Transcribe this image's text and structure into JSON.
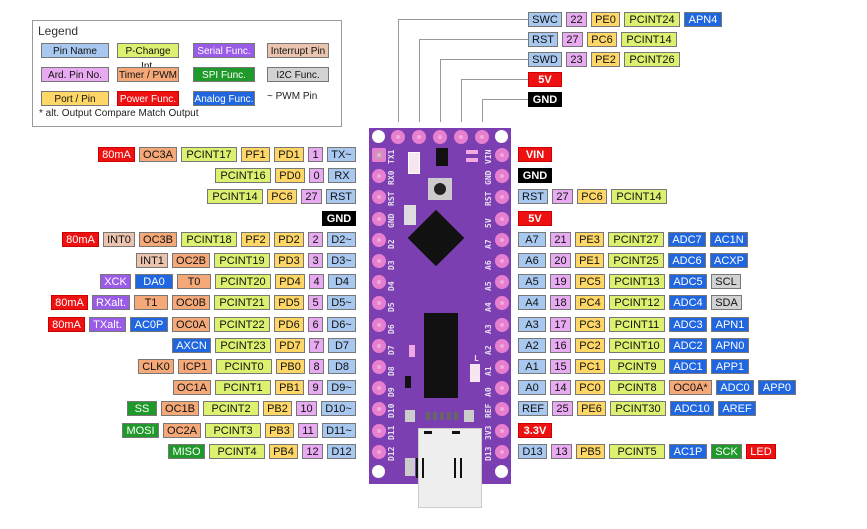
{
  "legend": {
    "title": "Legend",
    "items": [
      {
        "label": "Pin Name",
        "cls": "name"
      },
      {
        "label": "P-Change Int.",
        "cls": "pcint"
      },
      {
        "label": "Serial Func.",
        "cls": "serial"
      },
      {
        "label": "Interrupt Pin",
        "cls": "intr"
      },
      {
        "label": "Ard. Pin No.",
        "cls": "ard"
      },
      {
        "label": "Timer / PWM",
        "cls": "timer"
      },
      {
        "label": "SPI Func.",
        "cls": "spi"
      },
      {
        "label": "I2C Func.",
        "cls": "i2c"
      },
      {
        "label": "Port / Pin",
        "cls": "port"
      },
      {
        "label": "Power Func.",
        "cls": "power"
      },
      {
        "label": "Analog Func.",
        "cls": "analog"
      }
    ],
    "pwm_note": "~ PWM Pin",
    "footnote": "* alt. Output Compare Match Output"
  },
  "top_pins": [
    [
      {
        "t": "SWC",
        "c": "name"
      },
      {
        "t": "22",
        "c": "ard"
      },
      {
        "t": "PE0",
        "c": "port"
      },
      {
        "t": "PCINT24",
        "c": "pcint"
      },
      {
        "t": "APN4",
        "c": "analog"
      }
    ],
    [
      {
        "t": "RST",
        "c": "name"
      },
      {
        "t": "27",
        "c": "ard"
      },
      {
        "t": "PC6",
        "c": "port"
      },
      {
        "t": "PCINT14",
        "c": "pcint"
      }
    ],
    [
      {
        "t": "SWD",
        "c": "name"
      },
      {
        "t": "23",
        "c": "ard"
      },
      {
        "t": "PE2",
        "c": "port"
      },
      {
        "t": "PCINT26",
        "c": "pcint"
      }
    ],
    [
      {
        "t": "5V",
        "c": "pwr5"
      }
    ],
    [
      {
        "t": "GND",
        "c": "gnd"
      }
    ]
  ],
  "left_pins": [
    [
      {
        "t": "TX~",
        "c": "name"
      },
      {
        "t": "1",
        "c": "ard"
      },
      {
        "t": "PD1",
        "c": "port"
      },
      {
        "t": "PF1",
        "c": "port"
      },
      {
        "t": "PCINT17",
        "c": "pcint"
      },
      {
        "t": "OC3A",
        "c": "timer"
      },
      {
        "t": "80mA",
        "c": "power"
      }
    ],
    [
      {
        "t": "RX",
        "c": "name"
      },
      {
        "t": "0",
        "c": "ard"
      },
      {
        "t": "PD0",
        "c": "port"
      },
      {
        "t": "PCINT16",
        "c": "pcint"
      }
    ],
    [
      {
        "t": "RST",
        "c": "name"
      },
      {
        "t": "27",
        "c": "ard"
      },
      {
        "t": "PC6",
        "c": "port"
      },
      {
        "t": "PCINT14",
        "c": "pcint"
      }
    ],
    [
      {
        "t": "GND",
        "c": "gnd"
      }
    ],
    [
      {
        "t": "D2~",
        "c": "name"
      },
      {
        "t": "2",
        "c": "ard"
      },
      {
        "t": "PD2",
        "c": "port"
      },
      {
        "t": "PF2",
        "c": "port"
      },
      {
        "t": "PCINT18",
        "c": "pcint"
      },
      {
        "t": "OC3B",
        "c": "timer"
      },
      {
        "t": "INT0",
        "c": "intr"
      },
      {
        "t": "80mA",
        "c": "power"
      }
    ],
    [
      {
        "t": "D3~",
        "c": "name"
      },
      {
        "t": "3",
        "c": "ard"
      },
      {
        "t": "PD3",
        "c": "port"
      },
      {
        "t": "PCINT19",
        "c": "pcint"
      },
      {
        "t": "OC2B",
        "c": "timer"
      },
      {
        "t": "INT1",
        "c": "intr"
      }
    ],
    [
      {
        "t": "D4",
        "c": "name"
      },
      {
        "t": "4",
        "c": "ard"
      },
      {
        "t": "PD4",
        "c": "port"
      },
      {
        "t": "PCINT20",
        "c": "pcint"
      },
      {
        "t": "T0",
        "c": "timer"
      },
      {
        "t": "DA0",
        "c": "analog"
      },
      {
        "t": "XCK",
        "c": "serial"
      }
    ],
    [
      {
        "t": "D5~",
        "c": "name"
      },
      {
        "t": "5",
        "c": "ard"
      },
      {
        "t": "PD5",
        "c": "port"
      },
      {
        "t": "PCINT21",
        "c": "pcint"
      },
      {
        "t": "OC0B",
        "c": "timer"
      },
      {
        "t": "T1",
        "c": "timer"
      },
      {
        "t": "RXalt.",
        "c": "serial"
      },
      {
        "t": "80mA",
        "c": "power"
      }
    ],
    [
      {
        "t": "D6~",
        "c": "name"
      },
      {
        "t": "6",
        "c": "ard"
      },
      {
        "t": "PD6",
        "c": "port"
      },
      {
        "t": "PCINT22",
        "c": "pcint"
      },
      {
        "t": "OC0A",
        "c": "timer"
      },
      {
        "t": "AC0P",
        "c": "analog"
      },
      {
        "t": "TXalt.",
        "c": "serial"
      },
      {
        "t": "80mA",
        "c": "power"
      }
    ],
    [
      {
        "t": "D7",
        "c": "name"
      },
      {
        "t": "7",
        "c": "ard"
      },
      {
        "t": "PD7",
        "c": "port"
      },
      {
        "t": "PCINT23",
        "c": "pcint"
      },
      {
        "t": "AXCN",
        "c": "analog"
      }
    ],
    [
      {
        "t": "D8",
        "c": "name"
      },
      {
        "t": "8",
        "c": "ard"
      },
      {
        "t": "PB0",
        "c": "port"
      },
      {
        "t": "PCINT0",
        "c": "pcint"
      },
      {
        "t": "ICP1",
        "c": "timer"
      },
      {
        "t": "CLK0",
        "c": "timer"
      }
    ],
    [
      {
        "t": "D9~",
        "c": "name"
      },
      {
        "t": "9",
        "c": "ard"
      },
      {
        "t": "PB1",
        "c": "port"
      },
      {
        "t": "PCINT1",
        "c": "pcint"
      },
      {
        "t": "OC1A",
        "c": "timer"
      }
    ],
    [
      {
        "t": "D10~",
        "c": "name"
      },
      {
        "t": "10",
        "c": "ard"
      },
      {
        "t": "PB2",
        "c": "port"
      },
      {
        "t": "PCINT2",
        "c": "pcint"
      },
      {
        "t": "OC1B",
        "c": "timer"
      },
      {
        "t": "SS",
        "c": "spi"
      }
    ],
    [
      {
        "t": "D11~",
        "c": "name"
      },
      {
        "t": "11",
        "c": "ard"
      },
      {
        "t": "PB3",
        "c": "port"
      },
      {
        "t": "PCINT3",
        "c": "pcint"
      },
      {
        "t": "OC2A",
        "c": "timer"
      },
      {
        "t": "MOSI",
        "c": "spi"
      }
    ],
    [
      {
        "t": "D12",
        "c": "name"
      },
      {
        "t": "12",
        "c": "ard"
      },
      {
        "t": "PB4",
        "c": "port"
      },
      {
        "t": "PCINT4",
        "c": "pcint"
      },
      {
        "t": "MISO",
        "c": "spi"
      }
    ]
  ],
  "right_pins": [
    [
      {
        "t": "VIN",
        "c": "pwr5"
      }
    ],
    [
      {
        "t": "GND",
        "c": "gnd"
      }
    ],
    [
      {
        "t": "RST",
        "c": "name"
      },
      {
        "t": "27",
        "c": "ard"
      },
      {
        "t": "PC6",
        "c": "port"
      },
      {
        "t": "PCINT14",
        "c": "pcint"
      }
    ],
    [
      {
        "t": "5V",
        "c": "pwr5"
      }
    ],
    [
      {
        "t": "A7",
        "c": "name"
      },
      {
        "t": "21",
        "c": "ard"
      },
      {
        "t": "PE3",
        "c": "port"
      },
      {
        "t": "PCINT27",
        "c": "pcint"
      },
      {
        "t": "ADC7",
        "c": "analog"
      },
      {
        "t": "AC1N",
        "c": "analog"
      }
    ],
    [
      {
        "t": "A6",
        "c": "name"
      },
      {
        "t": "20",
        "c": "ard"
      },
      {
        "t": "PE1",
        "c": "port"
      },
      {
        "t": "PCINT25",
        "c": "pcint"
      },
      {
        "t": "ADC6",
        "c": "analog"
      },
      {
        "t": "ACXP",
        "c": "analog"
      }
    ],
    [
      {
        "t": "A5",
        "c": "name"
      },
      {
        "t": "19",
        "c": "ard"
      },
      {
        "t": "PC5",
        "c": "port"
      },
      {
        "t": "PCINT13",
        "c": "pcint"
      },
      {
        "t": "ADC5",
        "c": "analog"
      },
      {
        "t": "SCL",
        "c": "i2c"
      }
    ],
    [
      {
        "t": "A4",
        "c": "name"
      },
      {
        "t": "18",
        "c": "ard"
      },
      {
        "t": "PC4",
        "c": "port"
      },
      {
        "t": "PCINT12",
        "c": "pcint"
      },
      {
        "t": "ADC4",
        "c": "analog"
      },
      {
        "t": "SDA",
        "c": "i2c"
      }
    ],
    [
      {
        "t": "A3",
        "c": "name"
      },
      {
        "t": "17",
        "c": "ard"
      },
      {
        "t": "PC3",
        "c": "port"
      },
      {
        "t": "PCINT11",
        "c": "pcint"
      },
      {
        "t": "ADC3",
        "c": "analog"
      },
      {
        "t": "APN1",
        "c": "analog"
      }
    ],
    [
      {
        "t": "A2",
        "c": "name"
      },
      {
        "t": "16",
        "c": "ard"
      },
      {
        "t": "PC2",
        "c": "port"
      },
      {
        "t": "PCINT10",
        "c": "pcint"
      },
      {
        "t": "ADC2",
        "c": "analog"
      },
      {
        "t": "APN0",
        "c": "analog"
      }
    ],
    [
      {
        "t": "A1",
        "c": "name"
      },
      {
        "t": "15",
        "c": "ard"
      },
      {
        "t": "PC1",
        "c": "port"
      },
      {
        "t": "PCINT9",
        "c": "pcint"
      },
      {
        "t": "ADC1",
        "c": "analog"
      },
      {
        "t": "APP1",
        "c": "analog"
      }
    ],
    [
      {
        "t": "A0",
        "c": "name"
      },
      {
        "t": "14",
        "c": "ard"
      },
      {
        "t": "PC0",
        "c": "port"
      },
      {
        "t": "PCINT8",
        "c": "pcint"
      },
      {
        "t": "OC0A*",
        "c": "timer"
      },
      {
        "t": "ADC0",
        "c": "analog"
      },
      {
        "t": "APP0",
        "c": "analog"
      }
    ],
    [
      {
        "t": "REF",
        "c": "name"
      },
      {
        "t": "25",
        "c": "ard"
      },
      {
        "t": "PE6",
        "c": "port"
      },
      {
        "t": "PCINT30",
        "c": "pcint"
      },
      {
        "t": "ADC10",
        "c": "analog"
      },
      {
        "t": "AREF",
        "c": "analog"
      }
    ],
    [
      {
        "t": "3.3V",
        "c": "pwr5"
      }
    ],
    [
      {
        "t": "D13",
        "c": "name"
      },
      {
        "t": "13",
        "c": "ard"
      },
      {
        "t": "PB5",
        "c": "port"
      },
      {
        "t": "PCINT5",
        "c": "pcint"
      },
      {
        "t": "AC1P",
        "c": "analog"
      },
      {
        "t": "SCK",
        "c": "spi"
      },
      {
        "t": "LED",
        "c": "power"
      }
    ]
  ],
  "board": {
    "left_silk": [
      "TX1",
      "RX0",
      "RST",
      "GND",
      "D2",
      "D3",
      "D4",
      "D5",
      "D6",
      "D7",
      "D8",
      "D9",
      "D10",
      "D11",
      "D12"
    ],
    "right_silk": [
      "VIN",
      "GND",
      "RST",
      "5V",
      "A7",
      "A6",
      "A5",
      "A4",
      "A3",
      "A2",
      "A1",
      "A0",
      "REF",
      "3V3",
      "D13"
    ],
    "led_label": "L"
  }
}
